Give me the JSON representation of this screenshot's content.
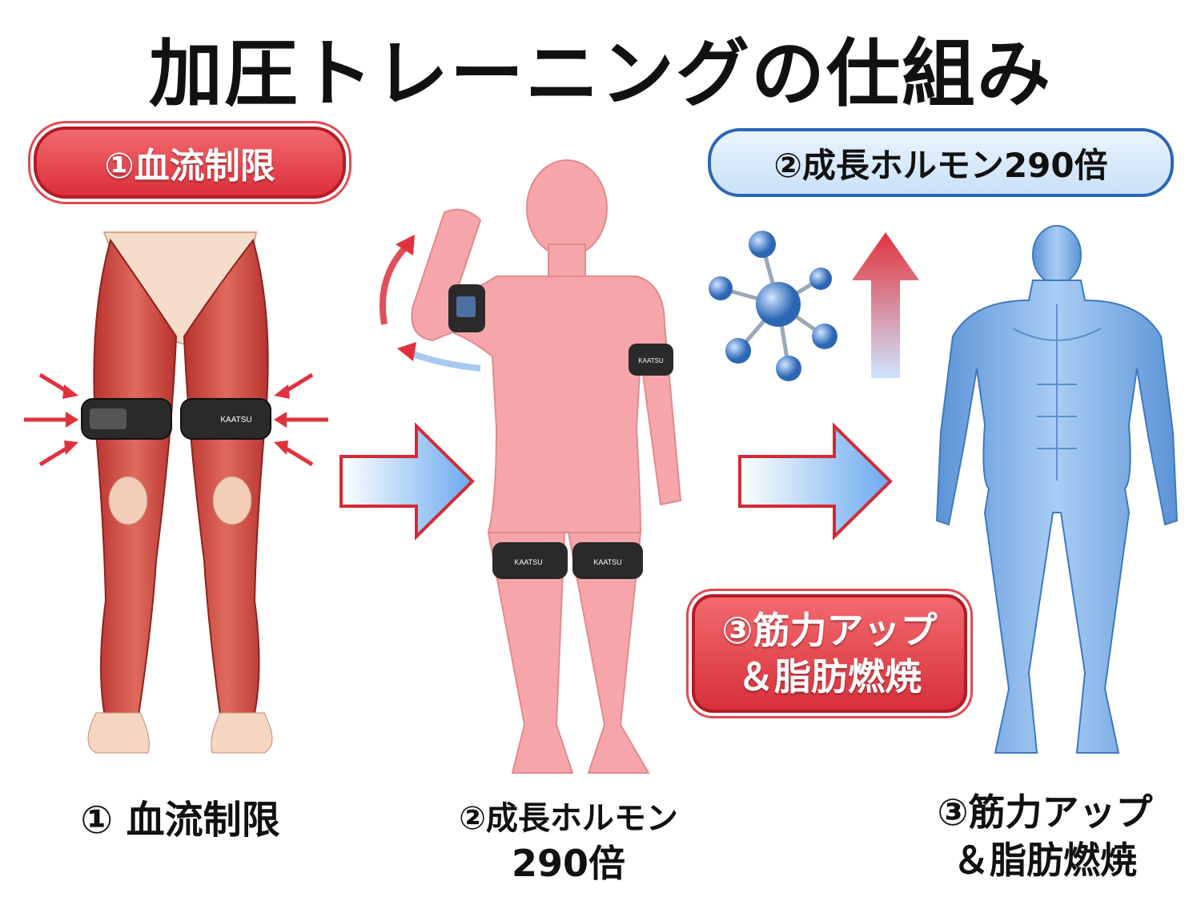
{
  "title": "加圧トレーニングの仕組み",
  "badges": {
    "step1": "①血流制限",
    "step2": "②成長ホルモン290倍",
    "step3_line1": "③筋力アップ",
    "step3_line2": "＆脂肪燃焼"
  },
  "captions": {
    "step1": "① 血流制限",
    "step2_line1": "②成長ホルモン",
    "step2_line2": "290倍",
    "step3_line1": "③筋力アップ",
    "step3_line2": "＆脂肪燃焼"
  },
  "band_label": "KAATSU",
  "colors": {
    "red": "#e0323c",
    "blue": "#2c66b5",
    "muscle": "#c9443e",
    "body_pink": "#f4a0a4",
    "body_blue": "#7fb2e8"
  },
  "icons": [
    "compression-arrows-icon",
    "flow-arrow-icon",
    "molecule-icon",
    "up-arrow-icon"
  ]
}
